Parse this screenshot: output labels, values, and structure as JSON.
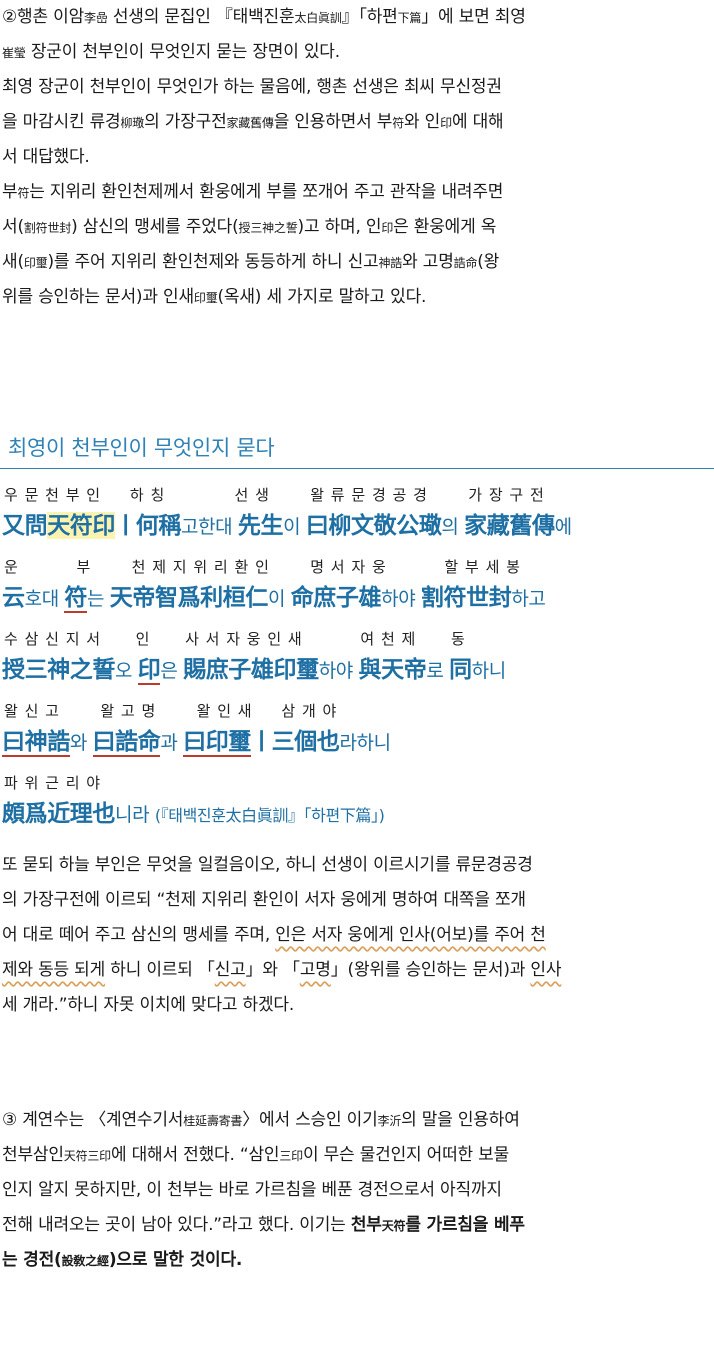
{
  "p1": {
    "l1": [
      "②행촌 이암",
      "李嵒",
      " 선생의 문집인 『태백진훈",
      "太白眞訓",
      "』「하편",
      "下篇",
      "」에 보면 최영"
    ],
    "l2": [
      "崔瑩",
      " 장군이 천부인이 무엇인지 묻는 장면이 있다."
    ],
    "l3": "최영 장군이 천부인이 무엇인가 하는 물음에, 행촌 선생은 최씨 무신정권",
    "l4": [
      "을 마감시킨 류경",
      "柳璥",
      "의 가장구전",
      "家藏舊傳",
      "을 인용하면서 부",
      "符",
      "와 인",
      "印",
      "에 대해"
    ],
    "l5": "서 대답했다.",
    "l6": [
      "부",
      "符",
      "는 지위리 환인천제께서 환웅에게 부를 쪼개어 주고 관작을 내려주면"
    ],
    "l7": [
      "서(",
      "割符世封",
      ") 삼신의 맹세를 주었다(",
      "授三神之誓",
      ")고 하며, 인",
      "印",
      "은 환웅에게 옥"
    ],
    "l8": [
      "새(",
      "印璽",
      ")를 주어 지위리 환인천제와 동등하게 하니 신고",
      "神誥",
      "와 고명",
      "誥命",
      "(왕"
    ],
    "l9": [
      "위를 승인하는 문서)과 인새",
      "印璽",
      "(옥새) 세 가지로 말하고 있다."
    ]
  },
  "section_heading": "최영이 천부인이 무엇인지 묻다",
  "quote": {
    "r1": {
      "ruby": "우 문 천 부 인     하 칭            선 생       왈 류 문 경 공 경       가 장 구 전",
      "parts": [
        "又問",
        "天符印",
        "ㅣ何稱",
        "고한대 ",
        "先生",
        "이 ",
        "曰柳文敬公璥",
        "의 ",
        "家藏舊傳",
        "에"
      ]
    },
    "r2": {
      "ruby": "운          부       천 제 지 위 리 환 인       명 서 자 웅          할 부 세 봉",
      "parts": [
        "云",
        "호대 ",
        "符",
        "는 ",
        "天帝智爲利桓仁",
        "이 ",
        "命庶子雄",
        "하야 ",
        "割符世封",
        "하고"
      ]
    },
    "r3": {
      "ruby": "수 삼 신 지 서      인      사 서 자 웅 인 새          여 천 제      동",
      "parts": [
        "授三神之誓",
        "오 ",
        "印",
        "은 ",
        "賜庶子雄印璽",
        "하야 ",
        "與天帝",
        "로 ",
        "同",
        "하니"
      ]
    },
    "r4": {
      "ruby": "왈 신 고       왈 고 명       왈 인 새     삼 개 야",
      "parts": [
        "曰神誥",
        "와 ",
        "曰誥命",
        "과 ",
        "曰印璽",
        "ㅣ三個也",
        "라하니"
      ]
    },
    "r5": {
      "ruby": "파 위 근 리 야",
      "parts": [
        "頗爲近理也",
        "니라 ",
        "(『태백진훈太白眞訓』「하편下篇」)"
      ]
    }
  },
  "p2": {
    "l1": "또 묻되 하늘 부인은 무엇을 일컬음이오, 하니 선생이 이르시기를 류문경공경",
    "l2": "의 가장구전에 이르되 “천제 지위리 환인이 서자 웅에게 명하여 대쪽을 쪼개",
    "l3": [
      "어 대로 떼어 주고 삼신의 맹세를 주며, ",
      "인은 서자 웅에게 인사(어보)를 주어 천"
    ],
    "l4": [
      "제와 동등 되게",
      " 하니 이르되 「",
      "신고",
      "」와 「",
      "고명",
      "」(왕위를 승인하는 문서)과 ",
      "인사"
    ],
    "l5": "세 개라.”하니 자못 이치에 맞다고 하겠다."
  },
  "p3": {
    "l1": [
      "③ 계연수는 〈계연수기서",
      "桂延壽寄書",
      "〉에서 스승인 이기",
      "李沂",
      "의 말을 인용하여"
    ],
    "l2": [
      "천부삼인",
      "天符三印",
      "에 대해서 전했다. “삼인",
      "三印",
      "이 무슨 물건인지 어떠한 보물"
    ],
    "l3": "인지 알지 못하지만, 이 천부는 바로 가르침을 베푼 경전으로서 아직까지",
    "l4": [
      "전해 내려오는 곳이 남아 있다.”라고 했다. 이기는 ",
      "천부",
      "天符",
      "를 가르침을 베푸"
    ],
    "l5": [
      "는 경전(",
      "設敎之經",
      ")으로 말한 것이다."
    ]
  }
}
